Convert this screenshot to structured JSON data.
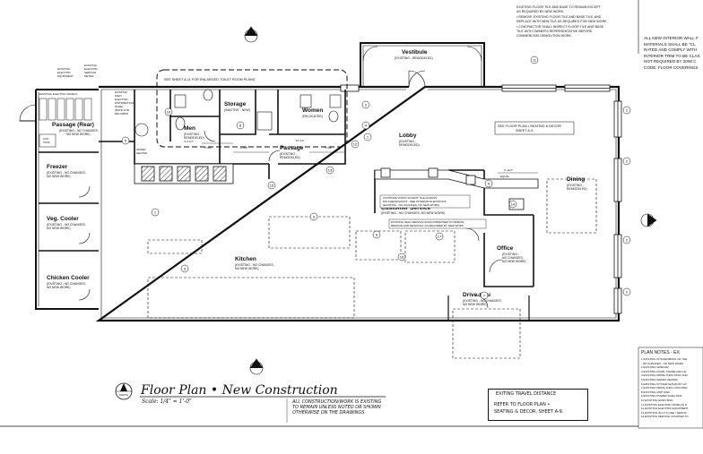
{
  "title": {
    "main": "Floor Plan • New Construction",
    "scale": "Scale: 1/4\" = 1'-0\"",
    "north": "NORTH"
  },
  "general_note": [
    "ALL CONSTRUCTION/WORK IS EXISTING",
    "TO REMAIN UNLESS NOTED OR SHOWN",
    "OTHERWISE ON THE DRAWINGS."
  ],
  "travel_box": {
    "heading": "EXITING TRAVEL DISTANCE",
    "body": [
      "REFER TO FLOOR PLAN •",
      "SEATING & DECOR, SHEET A-9."
    ]
  },
  "top_notes": [
    "EXISTING FLOOR TILE AND BASE TO REMAIN EXCEPT",
    "AS REQUIRED BY NEW WORK.",
    "• REMOVE EXISTING FLOOR TILE AND BASE TILE, AND",
    "  REPLACE WITH NEW TILE AS REQUIRED FOR NEW WORK.",
    "• CONTRACTOR SHALL INSPECT FLOOR TILE AND BASE",
    "  TILE WITH OWNER'S REPRESENTATIVE BEFORE",
    "  COMMENCING DEMOLITION WORK."
  ],
  "code_notes": [
    "ALL NEW INTERIOR WALL F",
    "MATERIALS SHALL BE \"CL",
    "RATED AND COMPLY WITH",
    "INTERIOR TRIM TO BE CLAS",
    "NOT REQUIRED BY 2008 C",
    "CODE.  FLOOR COVERINGS"
  ],
  "plan_notes": {
    "heading": "PLAN NOTES - EX",
    "items": [
      "1  EXISTING KITCHEN/BACK OF THE",
      "   - NO CHANGES - NO NEW WORK",
      "2  EXISTING WINDOW.",
      "3  EXISTING DOOR, FRAME AND HA",
      "4  EXISTING DRIVE-THRU PASS-THR",
      "5  EXISTING WATER HEATER.",
      "6  EXISTING KITCHEN EXHAUST HO",
      "7  EXISTING DRIVE-THRU COUNTER",
      "8  EXISTING MOP SINK.",
      "9  EXISTING POWER SODA SINK.",
      "10 EXISTING HAND SINK.",
      "11 EXISTING ELECTRIC PANEL(S) D",
      "12 EXISTING ELECTRIC EQUIPMENT",
      "13 EXISTING W.A.F.S LINE / SERVIC",
      "14 EXISTING SERVICE COUNTER TO"
    ]
  },
  "rooms": {
    "vestibule": {
      "name": "Vestibule",
      "note": "(EXISTING - REMODELED)"
    },
    "lobby": {
      "name": "Lobby",
      "note": [
        "(EXISTING -",
        "REMODELED)"
      ]
    },
    "dining": {
      "name": "Dining",
      "note": [
        "(EXISTING -",
        "REMODELED)"
      ]
    },
    "storage": {
      "name": "Storage",
      "note": "(INACTIVE - NEW)"
    },
    "men": {
      "name": "Men",
      "note": [
        "(EXISTING -",
        "REMODELED)"
      ]
    },
    "women": {
      "name": "Women",
      "note": "(RELOCATED)"
    },
    "passage_rear": {
      "name": "Passage (Rear)",
      "note": [
        "(EXISTING - NO CHANGES,",
        "NO NEW WORK)"
      ]
    },
    "passage": {
      "name": "Passage",
      "note": [
        "(EXISTING -",
        "REMODELED)"
      ]
    },
    "freezer": {
      "name": "Freezer",
      "note": [
        "(EXISTING - NO CHANGES,",
        "NO NEW WORK)"
      ]
    },
    "veg_cooler": {
      "name": "Veg. Cooler",
      "note": [
        "(EXISTING - NO CHANGES,",
        "NO NEW WORK)"
      ]
    },
    "chicken_cooler": {
      "name": "Chicken Cooler",
      "note": [
        "(EXISTING - NO CHANGES,",
        "NO NEW WORK)"
      ]
    },
    "kitchen": {
      "name": "Kitchen",
      "note": [
        "(EXISTING - NO CHANGES,",
        "NO NEW WORK)"
      ]
    },
    "customer_service": {
      "name": "Customer Service",
      "note": "(EXISTING - NO CHANGES, NO NEW WORK)"
    },
    "office": {
      "name": "Office",
      "note": [
        "(EXISTING -",
        "NO CHANGES,",
        "NO NEW WORK)"
      ]
    },
    "drive_thru": {
      "name": "Drive-thru",
      "note": [
        "(EXISTING - NO CHANGES,",
        "NO NEW WORK)"
      ]
    }
  },
  "callouts": {
    "toilet_plans": "SEE SHEET A-11 FOR ENLARGED TOILET ROOM PLANS",
    "seating": [
      "SEE FLOOR PLAN • SEATING & DECOR",
      "SHEET A-9."
    ],
    "vision_tile": [
      "CONTINUE VISION ACCENT TILE ACROSS",
      "BULKHEAD/SOFFIT - SEE INTERIOR ELEVATIONS",
      "(EXISTING - NO CHANGES, NO NEW WORK)"
    ],
    "soda": [
      "EXISTING SELF-SERVICE SODA DISPENSER TO REMAIN;",
      "REMOVE AND REINSTALL AS REQUIRED BY NEW WORK."
    ],
    "elec_panels": "EXISTING ELECTRIC PANELS",
    "existing_elec_equip": [
      "EXISTING",
      "ELECTRIC",
      "EQUIPMENT"
    ],
    "existing_service_meter": [
      "EXISTING",
      "ELECTRIC",
      "SERVICE",
      "METER"
    ],
    "existing_main": [
      "EXISTING",
      "MAIN",
      "ELECTRIC",
      "DISTRIBUTION",
      "PANEL",
      "(RATE FOR",
      "800 AMPS)"
    ],
    "water_heater": [
      "WATER",
      "HEATER"
    ],
    "co2": [
      "CO2",
      "TANK"
    ],
    "dim_a": "9'-11/2\"",
    "dim_b": "EQUAL",
    "dim_men": "4'-2 1/2\"",
    "dim_1": "3'-5/8\"",
    "dim_2": "2'-5/8\"",
    "dim_3": "5'-5/8\"",
    "dim_4": "10'-10\""
  },
  "markers": [
    "1",
    "2",
    "3",
    "4",
    "5",
    "6",
    "7",
    "8",
    "9",
    "10",
    "11",
    "12",
    "13",
    "14",
    "15",
    "16",
    "17"
  ]
}
